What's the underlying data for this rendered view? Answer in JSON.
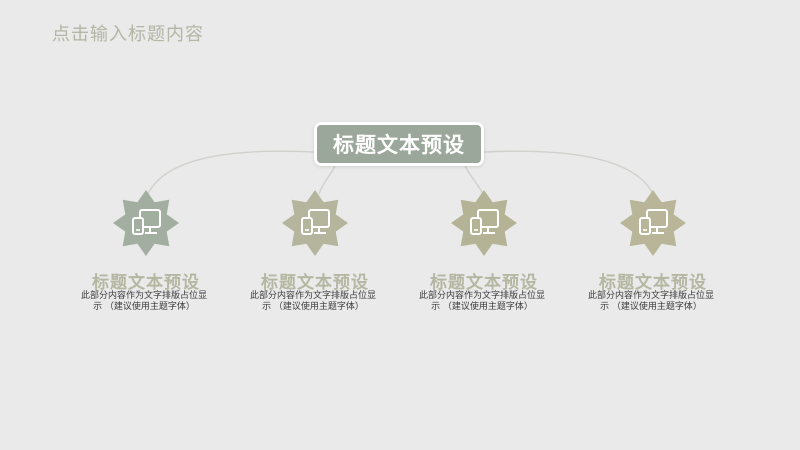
{
  "slide": {
    "title": "点击输入标题内容"
  },
  "center": {
    "label": "标题文本预设"
  },
  "nodes": [
    {
      "title": "标题文本预设",
      "description": "此部分内容作为文字排版占位显示 （建议使用主题字体）",
      "color": "#a2aea0"
    },
    {
      "title": "标题文本预设",
      "description": "此部分内容作为文字排版占位显示 （建议使用主题字体）",
      "color": "#b4b59c"
    },
    {
      "title": "标题文本预设",
      "description": "此部分内容作为文字排版占位显示 （建议使用主题字体）",
      "color": "#b5b396"
    },
    {
      "title": "标题文本预设",
      "description": "此部分内容作为文字排版占位显示 （建议使用主题字体）",
      "color": "#b8b598"
    }
  ],
  "icons": {
    "badge": "devices-icon"
  },
  "colors": {
    "background": "#e9eae9",
    "title": "#b3b5a5",
    "center_fill": "#9aa79a",
    "connector": "#cfd1cd"
  }
}
